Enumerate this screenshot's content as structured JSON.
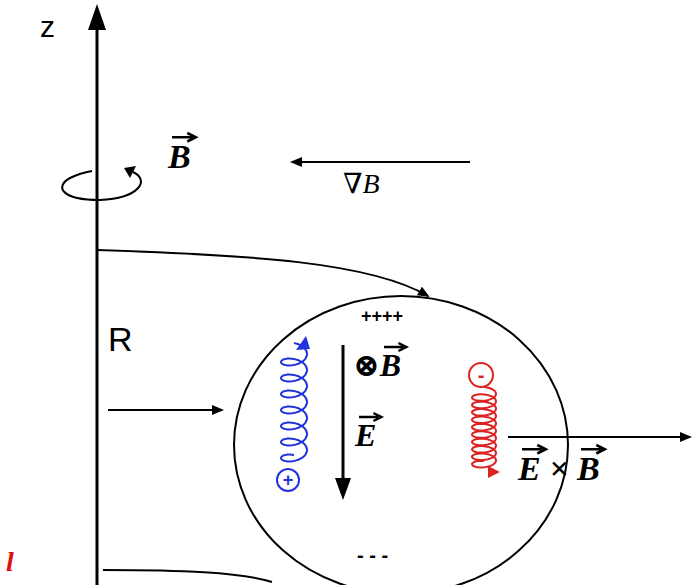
{
  "diagram": {
    "nodes": [
      {
        "text": [
          "++++",
          "⊗B",
          "E",
          "- - -"
        ]
      },
      {
        "text": [
          "+"
        ],
        "in": 0
      },
      {
        "text": [
          "-"
        ],
        "in": 0
      }
    ],
    "labels": [
      "z",
      "B",
      "∇B",
      "R",
      "E × B",
      "l"
    ]
  }
}
